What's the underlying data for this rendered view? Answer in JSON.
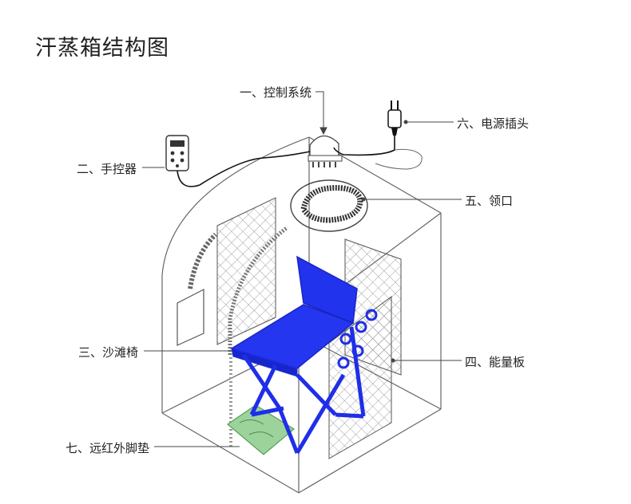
{
  "title": "汗蒸箱结构图",
  "labels": {
    "control_system": "一、控制系统",
    "hand_controller": "二、手控器",
    "beach_chair": "三、沙滩椅",
    "energy_board": "四、能量板",
    "collar": "五、领口",
    "power_plug": "六、电源插头",
    "foot_pad": "七、远红外脚垫"
  },
  "colors": {
    "chair": "#1f2ee8",
    "foot_pad": "#9bd39b",
    "line": "#555555"
  }
}
